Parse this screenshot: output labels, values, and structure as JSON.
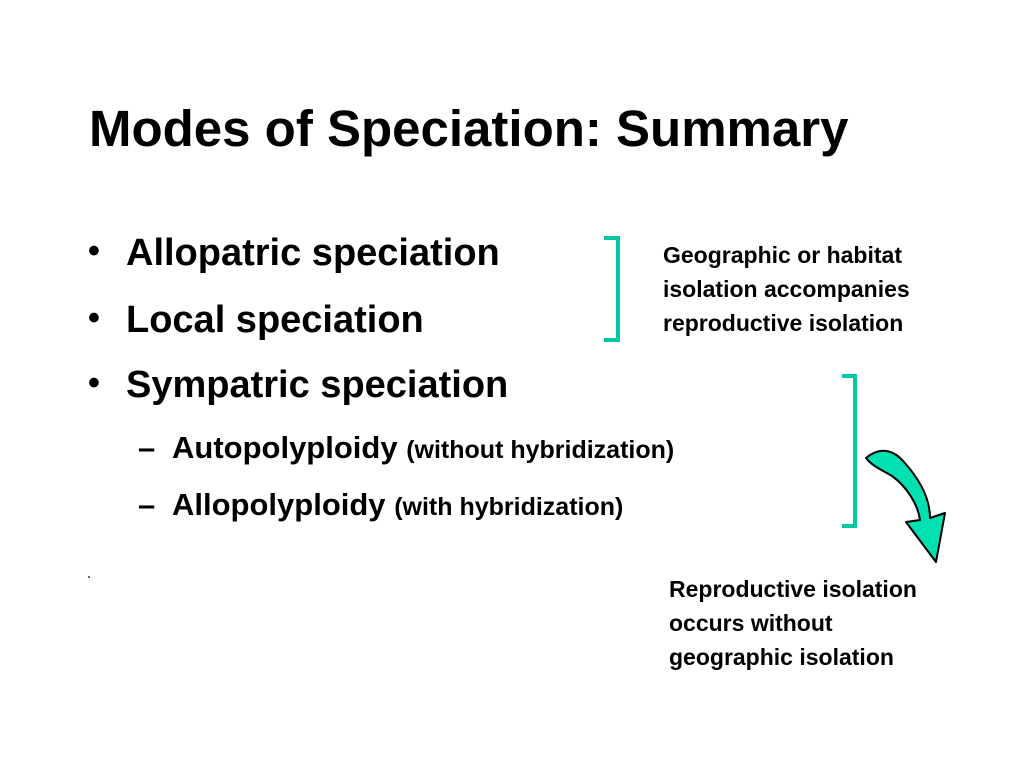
{
  "slide": {
    "title": "Modes of Speciation: Summary",
    "accent_color": "#00c8a0",
    "bullets": [
      {
        "marker": "•",
        "label": "Allopatric speciation"
      },
      {
        "marker": "•",
        "label": "Local speciation"
      },
      {
        "marker": "•",
        "label": "Sympatric speciation"
      }
    ],
    "sub_bullets": [
      {
        "marker": "–",
        "label": "Autopolyploidy",
        "note": "(without hybridization)"
      },
      {
        "marker": "–",
        "label": "Allopolyploidy",
        "note": "(with hybridization)"
      }
    ],
    "callouts": {
      "geographic": {
        "lines": [
          "Geographic or habitat",
          "isolation accompanies",
          "reproductive isolation"
        ]
      },
      "reproductive": {
        "lines": [
          "Reproductive isolation",
          "occurs without",
          "geographic isolation"
        ]
      }
    }
  }
}
